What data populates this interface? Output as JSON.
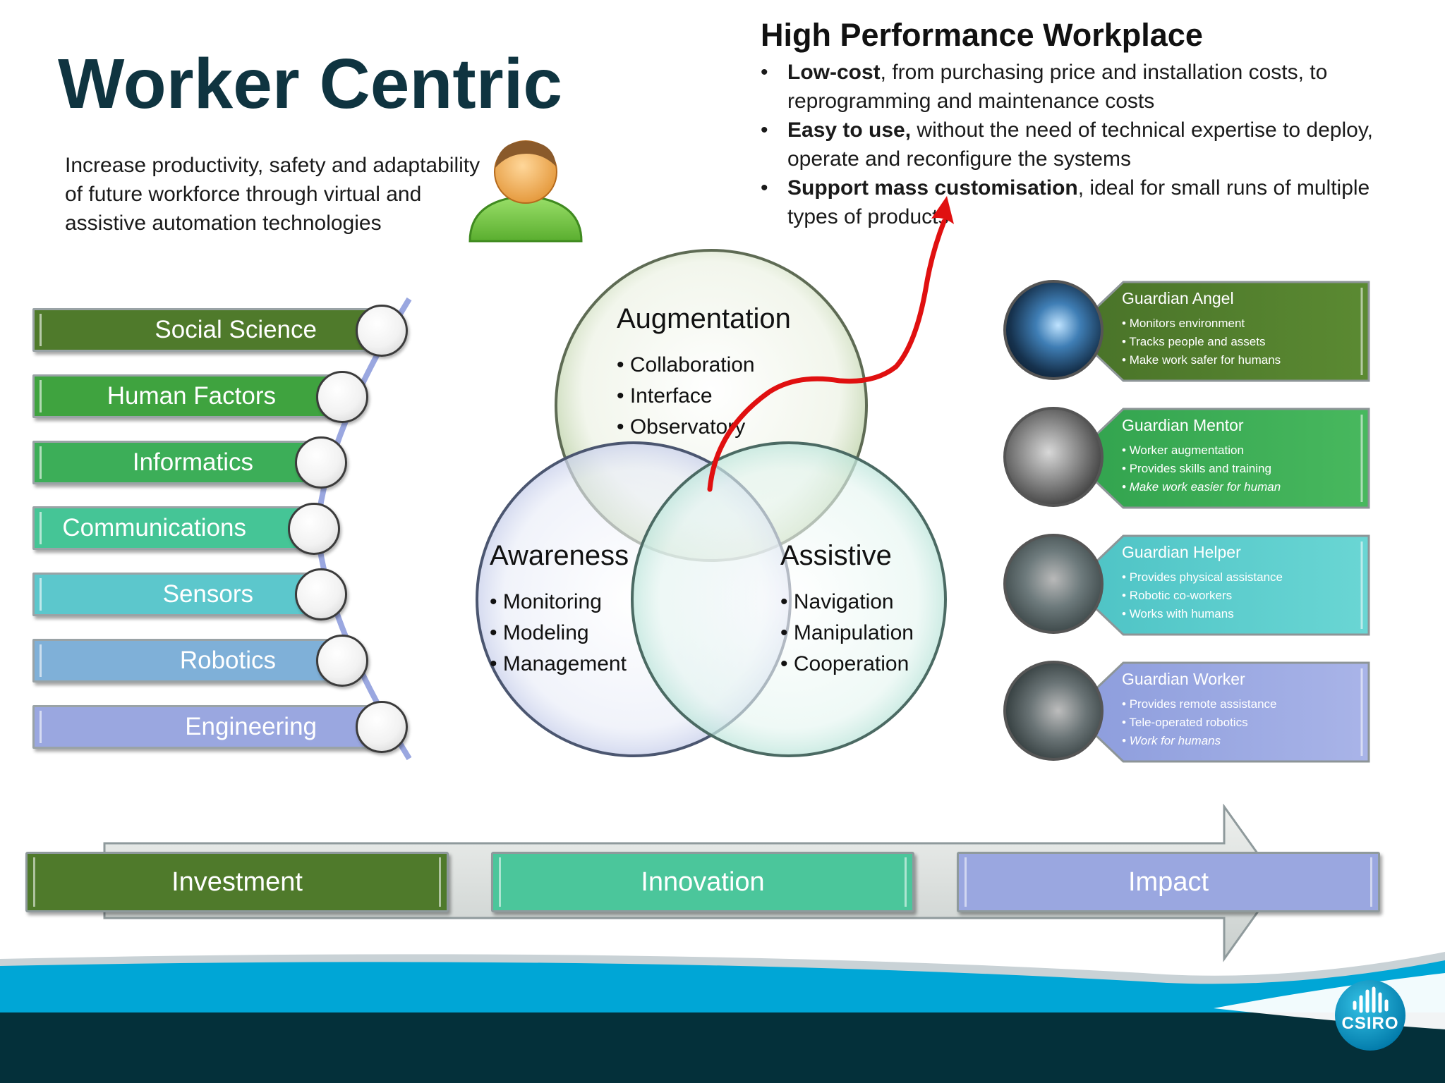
{
  "title": "Worker Centric",
  "intro": "Increase productivity, safety and adaptability of future workforce through virtual and assistive automation technologies",
  "hpw": {
    "title": "High Performance Workplace",
    "bullet_char": "•",
    "items": [
      {
        "bold": "Low-cost",
        "rest": ", from purchasing price and installation costs, to reprogramming and maintenance costs"
      },
      {
        "bold": "Easy to use,",
        "rest": " without the need of technical expertise to deploy, operate and reconfigure the systems"
      },
      {
        "bold": "Support mass customisation",
        "rest": ", ideal for small runs of multiple types of products"
      }
    ]
  },
  "disciplines": [
    {
      "label": "Social Science",
      "color": "#4f7a2b"
    },
    {
      "label": "Human Factors",
      "color": "#3fa33f"
    },
    {
      "label": "Informatics",
      "color": "#3cae58"
    },
    {
      "label": "Communications",
      "color": "#45c596"
    },
    {
      "label": "Sensors",
      "color": "#5cc7cc"
    },
    {
      "label": "Robotics",
      "color": "#7fb0d8"
    },
    {
      "label": "Engineering",
      "color": "#9aa7e0"
    }
  ],
  "venn": {
    "augmentation": {
      "title": "Augmentation",
      "items": [
        "Collaboration",
        "Interface",
        "Observatory"
      ]
    },
    "awareness": {
      "title": "Awareness",
      "items": [
        "Monitoring",
        "Modeling",
        "Management"
      ]
    },
    "assistive": {
      "title": "Assistive",
      "items": [
        "Navigation",
        "Manipulation",
        "Cooperation"
      ]
    }
  },
  "guardians": [
    {
      "title": "Guardian Angel",
      "items": [
        "Monitors environment",
        "Tracks people and assets",
        "Make work safer for humans"
      ],
      "color": "#4f7a2b"
    },
    {
      "title": "Guardian Mentor",
      "items": [
        "Worker augmentation",
        "Provides skills and training",
        "Make work easier for human"
      ],
      "color": "#3fae58"
    },
    {
      "title": "Guardian Helper",
      "items": [
        "Provides physical assistance",
        "Robotic co-workers",
        "Works with humans"
      ],
      "color": "#5ccccc"
    },
    {
      "title": "Guardian Worker",
      "items": [
        "Provides remote assistance",
        "Tele-operated robotics",
        "Work for humans"
      ],
      "color": "#9aa7e0"
    }
  ],
  "flow": [
    {
      "label": "Investment",
      "color": "#4f7a2b"
    },
    {
      "label": "Innovation",
      "color": "#4bc69b"
    },
    {
      "label": "Impact",
      "color": "#9aa7e0"
    }
  ],
  "logo": {
    "text": "CSIRO"
  },
  "colors": {
    "title": "#0f3440",
    "arrow": "#e01010",
    "footer_dark": "#04303a",
    "footer_light": "#00a6d6"
  }
}
